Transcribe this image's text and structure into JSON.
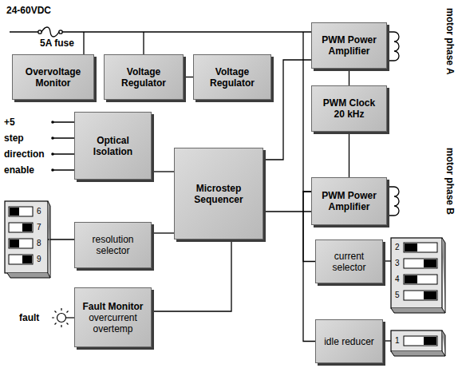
{
  "diagram": {
    "nodes": [
      {
        "text": [
          "Overvoltage Monitor"
        ]
      },
      {
        "text": [
          "Voltage Regulator"
        ]
      },
      {
        "text": [
          "Voltage Regulator"
        ]
      },
      {
        "text": [
          "PWM Power Amplifier"
        ]
      },
      {
        "text": [
          "PWM Clock 20 kHz"
        ]
      },
      {
        "text": [
          "Optical Isolation"
        ]
      },
      {
        "text": [
          "Microstep Sequencer"
        ]
      },
      {
        "text": [
          "PWM Power Amplifier"
        ]
      },
      {
        "text": [
          "resolution selector"
        ]
      },
      {
        "text": [
          "current selector"
        ]
      },
      {
        "text": [
          "Fault Monitor",
          "overcurrent overtemp"
        ]
      },
      {
        "text": [
          "idle reducer"
        ]
      }
    ],
    "edges": [
      {
        "from": 1,
        "to": 2,
        "arrow": "none"
      },
      {
        "from": 5,
        "to": 6,
        "arrow": "none"
      },
      {
        "from": 8,
        "to": 6,
        "arrow": "none"
      },
      {
        "from": 10,
        "to": 6,
        "arrow": "none"
      },
      {
        "from": 6,
        "to": 3,
        "arrow": "none"
      },
      {
        "from": 6,
        "to": 7,
        "arrow": "none"
      },
      {
        "from": 3,
        "to": 4,
        "arrow": "none"
      },
      {
        "from": 4,
        "to": 7,
        "arrow": "none"
      },
      {
        "from": 7,
        "to": 9,
        "arrow": "none"
      },
      {
        "from": 7,
        "to": 11,
        "arrow": "none"
      }
    ],
    "labels": [
      "24-60VDC",
      "5A fuse",
      "motor phase A",
      "+5",
      "step",
      "direction",
      "enable",
      "motor phase B",
      "6",
      "7",
      "8",
      "9",
      "2",
      "3",
      "4",
      "5",
      "fault",
      "1"
    ]
  }
}
